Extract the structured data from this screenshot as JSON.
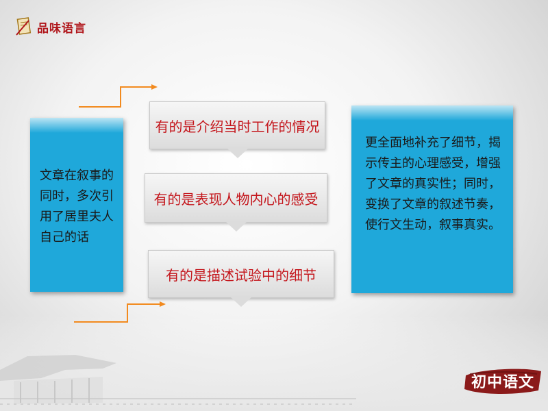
{
  "header": {
    "title": "品味语言",
    "icon": "scroll-icon"
  },
  "left_box": {
    "lines": [
      "文章在叙事的",
      "同时，多次引",
      "用了居里夫人",
      "自己的话"
    ]
  },
  "callouts": [
    "有的是介绍当时工作的情况",
    "有的是表现人物内心的感受",
    "有的是描述试验中的细节"
  ],
  "right_box": {
    "lines": [
      "更全面地补充了细节，揭",
      "示传主的心理感受，增强",
      "了文章的真实性；同时，",
      "变换了文章的叙述节奏，",
      "使行文生动，叙事真实。"
    ]
  },
  "brand": {
    "text": "初中语文"
  },
  "colors": {
    "accent_blue": "#1fa8da",
    "text_red": "#c4161c",
    "arrow_orange": "#f28a1e",
    "brand_red": "#8b1a1a"
  }
}
